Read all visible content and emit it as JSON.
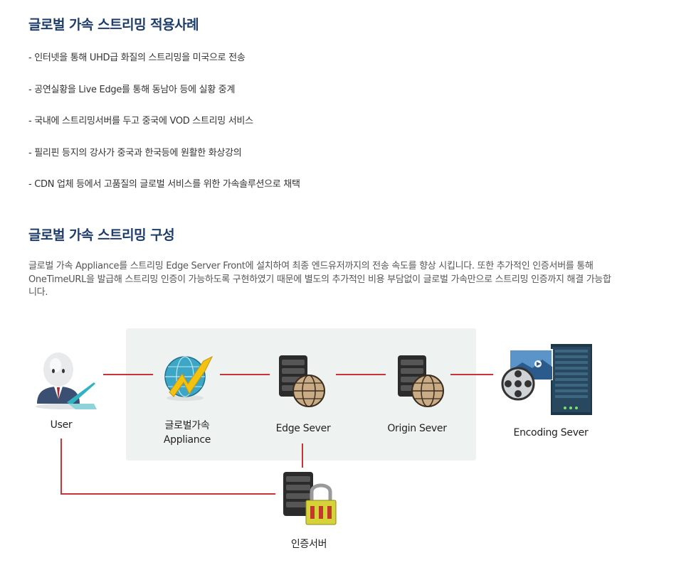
{
  "sections": {
    "cases_title": "글로벌 가속 스트리밍 적용사례",
    "config_title": "글로벌 가속 스트리밍 구성"
  },
  "cases": [
    "- 인터넷을 통해 UHD급 화질의 스트리밍을 미국으로 전송",
    "- 공연실황을 Live Edge를 통해 동남아 등에 실황 중계",
    "- 국내에 스트리밍서버를 두고 중국에 VOD 스트리밍 서비스",
    "- 필리핀 등지의 강사가 중국과 한국등에 원활한 화상강의",
    "- CDN 업체 등에서 고품질의 글로벌 서비스를 위한 가속솔루션으로 채택"
  ],
  "description": "글로벌 가속 Appliance를 스트리밍 Edge Server Front에 설치하여 최종 엔드유저까지의 전송 속도를 향상 시킵니다. 또한 추가적인 인증서버를 통해 OneTimeURL을 발급해 스트리밍 인증이 가능하도록 구현하였기 때문에 별도의 추가적인 비용 부담없이 글로벌 가속만으로 스트리밍 인증까지 해결 가능합니다.",
  "diagram": {
    "user": "User",
    "appliance_line1": "글로벌가속",
    "appliance_line2": "Appliance",
    "edge": "Edge Sever",
    "origin": "Origin Sever",
    "encoding": "Encoding Sever",
    "auth": "인증서버",
    "line_color": "#c8343a",
    "panel_color": "#eef2f1",
    "icons": [
      "user-laptop-icon",
      "globe-lightning-icon",
      "server-globe-icon",
      "film-reel-server-icon",
      "server-lock-icon"
    ]
  }
}
